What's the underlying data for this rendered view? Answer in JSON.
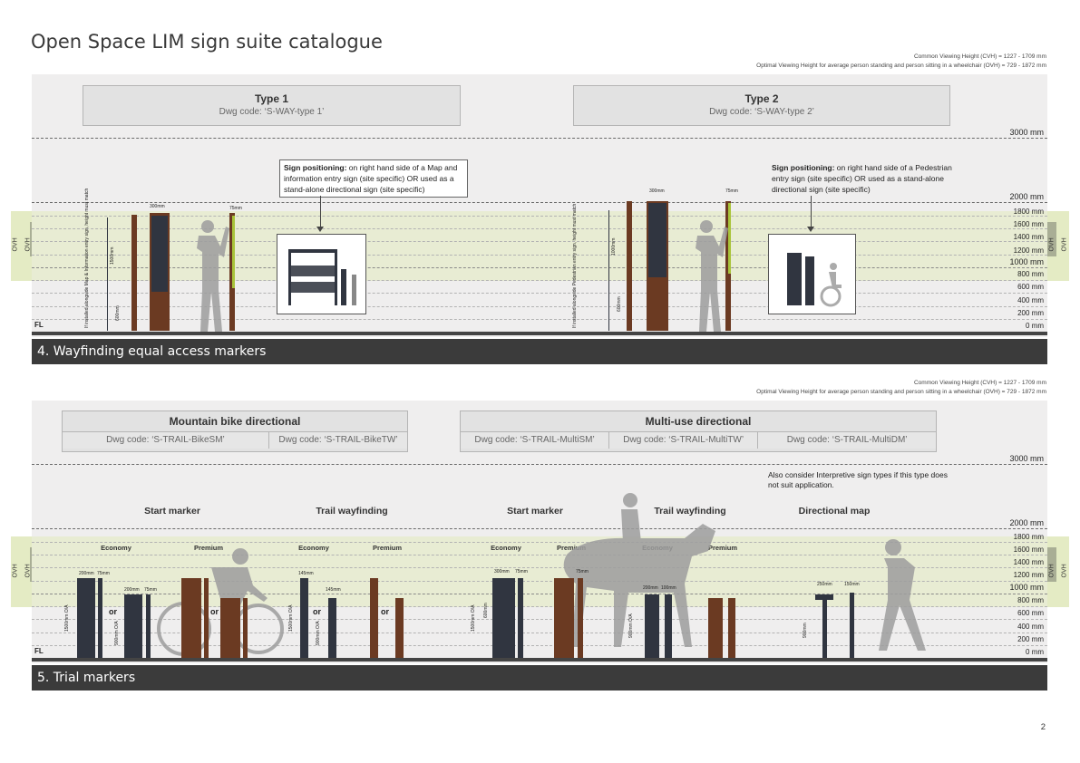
{
  "title": "Open Space LIM sign suite catalogue",
  "viewing_note": {
    "cvh": "Common Viewing Height (CVH) = 1227 - 1709 mm",
    "ovh": "Optimal Viewing Height for average person standing and person sitting in a wheelchair (OVH) = 729 - 1872 mm"
  },
  "ovh_label": "OVH",
  "floor_label": "FL",
  "heights": {
    "h3000": "3000 mm",
    "h2000": "2000 mm",
    "h1800": "1800 mm",
    "h1600": "1600 mm",
    "h1400": "1400 mm",
    "h1200": "1200 mm",
    "h1000": "1000 mm",
    "h800": "800 mm",
    "h600": "600 mm",
    "h400": "400 mm",
    "h200": "200 mm",
    "h0": "0 mm"
  },
  "section4": {
    "bar_label": "4.  Wayfinding equal access markers",
    "type1": {
      "title": "Type 1",
      "code": "Dwg code: ‘S-WAY-type 1’"
    },
    "type2": {
      "title": "Type 2",
      "code": "Dwg code: ‘S-WAY-type 2’"
    },
    "callout1": {
      "bold": "Sign positioning:",
      "text": " on right hand side of a Map and information entry sign (site specific) OR used as a stand-alone directional sign (site specific)"
    },
    "callout2": {
      "bold": "Sign positioning:",
      "text": "  on right hand side of a Pedestrian entry sign (site specific) OR used as a stand-alone directional sign (site specific)"
    },
    "dims": {
      "w300": "300mm",
      "w75": "75mm",
      "h1500": "1500mm",
      "h600": "600mm",
      "h1000": "1000mm"
    }
  },
  "section5": {
    "bar_label": "5.  Trial markers",
    "mtb": {
      "title": "Mountain bike directional",
      "codes": [
        "Dwg code: ‘S-TRAIL-BikeSM’",
        "Dwg code: ‘S-TRAIL-BikeTW’"
      ]
    },
    "multi": {
      "title": "Multi-use directional",
      "codes": [
        "Dwg code: ‘S-TRAIL-MultiSM’",
        "Dwg code: ‘S-TRAIL-MultiTW’",
        "Dwg code: ‘S-TRAIL-MultiDM’"
      ]
    },
    "consider": "Also consider Interpretive sign types if this type does not suit application.",
    "groups": [
      "Start marker",
      "Trail wayfinding",
      "Start marker",
      "Trail wayfinding",
      "Directional map"
    ],
    "tiers": {
      "economy": "Economy",
      "premium": "Premium"
    },
    "or_label": "or",
    "dims": {
      "w200": "200mm",
      "w75": "75mm",
      "w145": "145mm",
      "w300": "300mm",
      "w100": "100mm",
      "w250": "250mm",
      "w150": "150mm",
      "h1500oa": "1500mm O/A",
      "h900oa": "900mm O/A",
      "h600": "600mm",
      "h900": "900mm"
    }
  },
  "page_number": "2"
}
